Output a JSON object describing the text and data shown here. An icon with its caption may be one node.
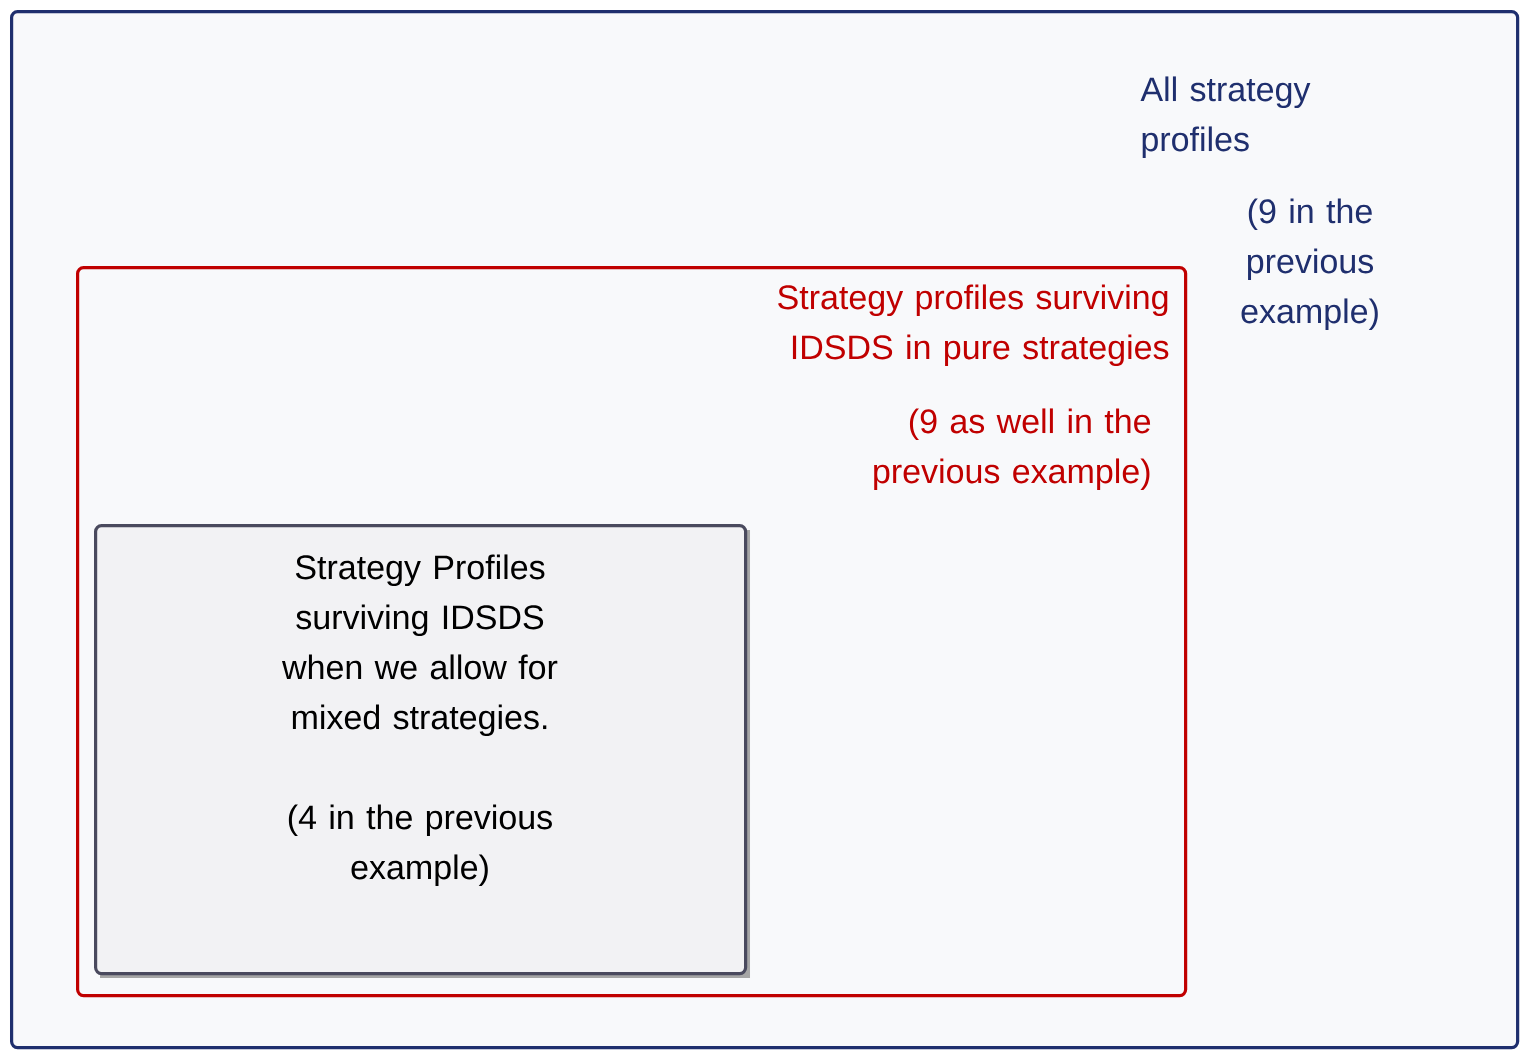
{
  "diagram": {
    "nodes": [
      {
        "text": [
          "All strategy profiles",
          "(9 in the previous example)"
        ]
      },
      {
        "text": [
          "Strategy profiles surviving IDSDS in pure strategies",
          "(9 as well in the previous example)"
        ],
        "in": 0
      },
      {
        "text": [
          "Strategy Profiles surviving IDSDS when we allow for mixed strategies.",
          "(4 in the previous example)"
        ],
        "in": 1
      }
    ]
  }
}
